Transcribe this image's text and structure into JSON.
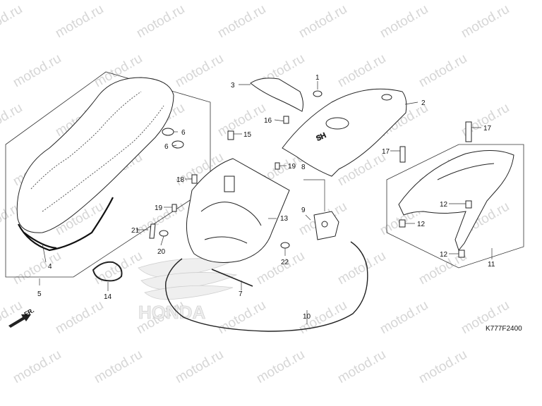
{
  "watermark": "motod.ru",
  "brand_mark": "HONDA",
  "diagram_code": "K777F2400",
  "front_label": "FR.",
  "callouts": [
    {
      "id": "1",
      "text": "1"
    },
    {
      "id": "2",
      "text": "2"
    },
    {
      "id": "3",
      "text": "3"
    },
    {
      "id": "4",
      "text": "4"
    },
    {
      "id": "5",
      "text": "5"
    },
    {
      "id": "6a",
      "text": "6"
    },
    {
      "id": "6b",
      "text": "6"
    },
    {
      "id": "7",
      "text": "7"
    },
    {
      "id": "8",
      "text": "8"
    },
    {
      "id": "9",
      "text": "9"
    },
    {
      "id": "10",
      "text": "10"
    },
    {
      "id": "11",
      "text": "11"
    },
    {
      "id": "12a",
      "text": "12"
    },
    {
      "id": "12b",
      "text": "12"
    },
    {
      "id": "12c",
      "text": "12"
    },
    {
      "id": "13",
      "text": "13"
    },
    {
      "id": "14",
      "text": "14"
    },
    {
      "id": "15",
      "text": "15"
    },
    {
      "id": "16",
      "text": "16"
    },
    {
      "id": "17a",
      "text": "17"
    },
    {
      "id": "17b",
      "text": "17"
    },
    {
      "id": "18",
      "text": "18"
    },
    {
      "id": "19a",
      "text": "19"
    },
    {
      "id": "19b",
      "text": "19"
    },
    {
      "id": "20",
      "text": "20"
    },
    {
      "id": "21",
      "text": "21"
    },
    {
      "id": "22",
      "text": "22"
    }
  ]
}
